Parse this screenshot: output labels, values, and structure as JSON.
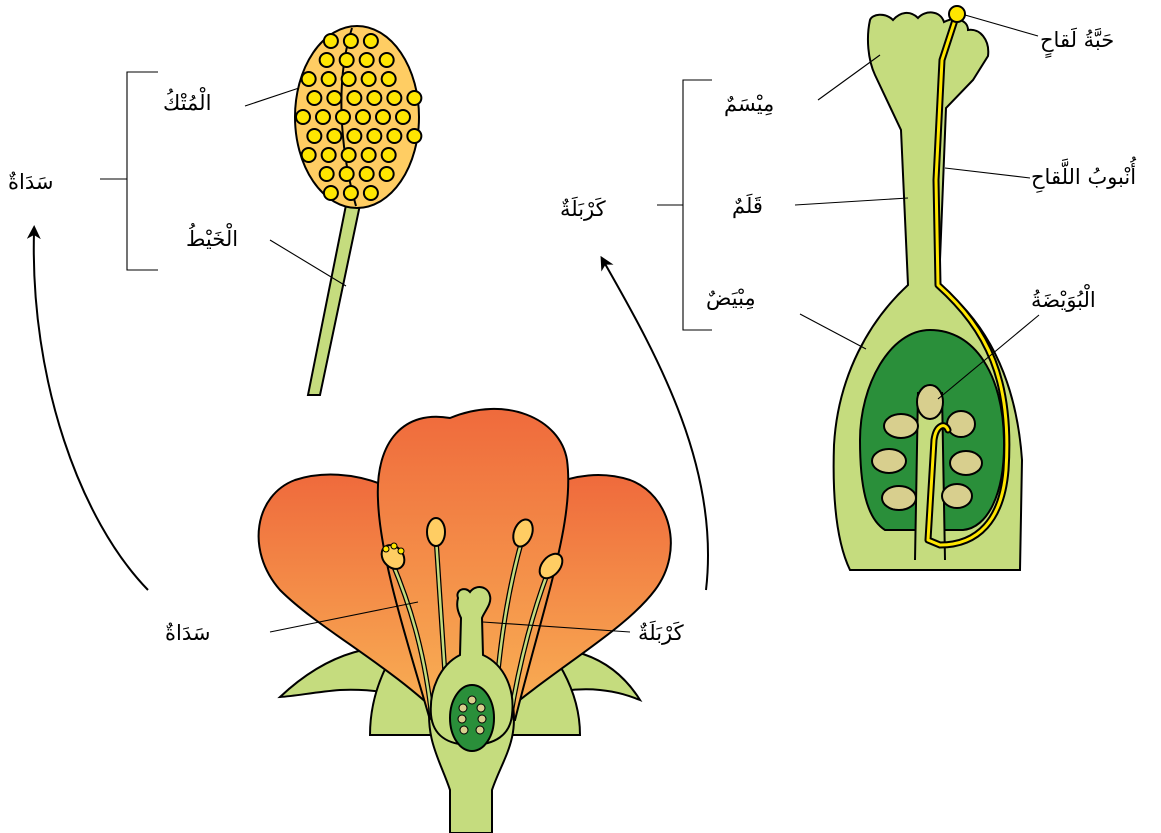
{
  "colors": {
    "petal_dark": "#ef6a3c",
    "petal_light": "#f9a24a",
    "green_light": "#c5dc7e",
    "green_dark": "#2a8f3a",
    "green_deep": "#1e6d2b",
    "ovule": "#d8cf8e",
    "pollen_yellow": "#ffe600",
    "anther_fill": "#ffcd63"
  },
  "labels": {
    "stamen_side": "سَدَاةٌ",
    "anther": "الْمُتْكُ",
    "filament": "الْخَيْطُ",
    "pistil_side": "كَرْبَلَةٌ",
    "stigma": "مِيْسَمٌ",
    "style": "قَلَمٌ",
    "ovary": "مِبْيَضٌ",
    "pollen_grain": "حَبَّةُ لَقاحٍ",
    "pollen_tube": "أُنْبوبُ اللَّقاحِ",
    "ovule": "الْبُوَيْضَةُ",
    "flower_stamen": "سَدَاةٌ",
    "flower_pistil": "كَرْبَلَةٌ"
  }
}
